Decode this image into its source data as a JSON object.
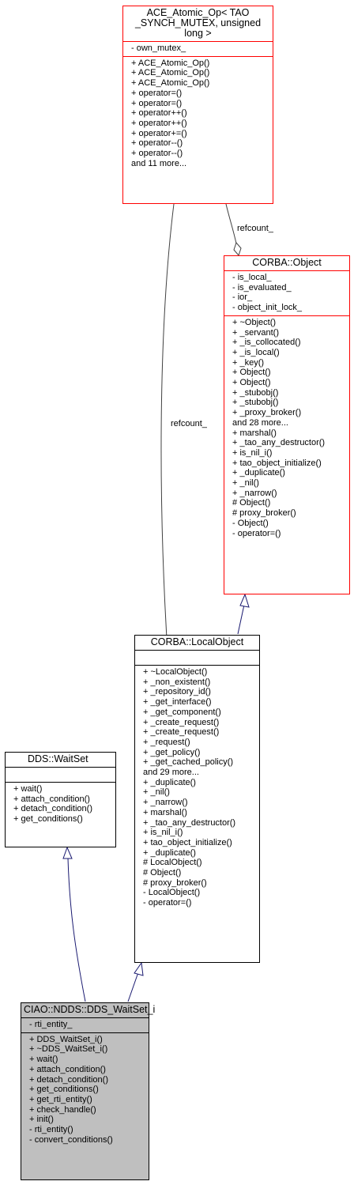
{
  "classes": {
    "ace_atomic": {
      "title": [
        "ACE_Atomic_Op< TAO",
        "_SYNCH_MUTEX, unsigned",
        "long >"
      ],
      "attributes": [
        "- own_mutex_"
      ],
      "methods": [
        "+ ACE_Atomic_Op()",
        "+ ACE_Atomic_Op()",
        "+ ACE_Atomic_Op()",
        "+ operator=()",
        "+ operator=()",
        "+ operator++()",
        "+ operator++()",
        "+ operator+=()",
        "+ operator--()",
        "+ operator--()",
        "and 11 more..."
      ]
    },
    "corba_object": {
      "title": [
        "CORBA::Object"
      ],
      "attributes": [
        "- is_local_",
        "- is_evaluated_",
        "- ior_",
        "- object_init_lock_"
      ],
      "methods": [
        "+ ~Object()",
        "+ _servant()",
        "+ _is_collocated()",
        "+ _is_local()",
        "+ _key()",
        "+ Object()",
        "+ Object()",
        "+ _stubobj()",
        "+ _stubobj()",
        "+ _proxy_broker()",
        "and 28 more...",
        "+ marshal()",
        "+ _tao_any_destructor()",
        "+ is_nil_i()",
        "+ tao_object_initialize()",
        "+ _duplicate()",
        "+ _nil()",
        "+ _narrow()",
        "# Object()",
        "# proxy_broker()",
        "- Object()",
        "- operator=()"
      ]
    },
    "local_object": {
      "title": [
        "CORBA::LocalObject"
      ],
      "attributes": [],
      "methods": [
        "+ ~LocalObject()",
        "+ _non_existent()",
        "+ _repository_id()",
        "+ _get_interface()",
        "+ _get_component()",
        "+ _create_request()",
        "+ _create_request()",
        "+ _request()",
        "+ _get_policy()",
        "+ _get_cached_policy()",
        "and 29 more...",
        "+ _duplicate()",
        "+ _nil()",
        "+ _narrow()",
        "+ marshal()",
        "+ _tao_any_destructor()",
        "+ is_nil_i()",
        "+ tao_object_initialize()",
        "+ _duplicate()",
        "# LocalObject()",
        "# Object()",
        "# proxy_broker()",
        "- LocalObject()",
        "- operator=()"
      ]
    },
    "dds_waitset": {
      "title": [
        "DDS::WaitSet"
      ],
      "attributes": [],
      "methods": [
        "+ wait()",
        "+ attach_condition()",
        "+ detach_condition()",
        "+ get_conditions()"
      ]
    },
    "ciao_waitset": {
      "title": [
        "CIAO::NDDS::DDS_WaitSet_i"
      ],
      "attributes": [
        "- rti_entity_"
      ],
      "methods": [
        "+ DDS_WaitSet_i()",
        "+ ~DDS_WaitSet_i()",
        "+ wait()",
        "+ attach_condition()",
        "+ detach_condition()",
        "+ get_conditions()",
        "+ get_rti_entity()",
        "+ check_handle()",
        "+ init()",
        "- rti_entity()",
        "- convert_conditions()"
      ]
    }
  },
  "edges": {
    "refcount_top": "refcount_",
    "refcount_left": "refcount_"
  },
  "colors": {
    "ref_border": "#ff0000",
    "class_border": "#000000",
    "focus_fill": "#bfbfbf",
    "inherit_edge": "#191970",
    "use_edge": "#404040"
  }
}
